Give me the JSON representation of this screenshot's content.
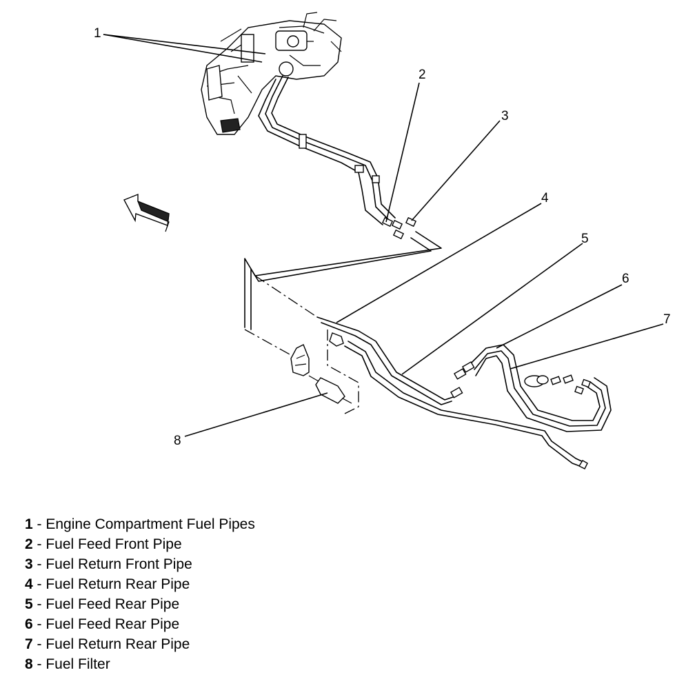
{
  "callouts": [
    "1",
    "2",
    "3",
    "4",
    "5",
    "6",
    "7",
    "8"
  ],
  "legend": [
    {
      "num": "1",
      "sep": " - ",
      "label": "Engine Compartment Fuel Pipes"
    },
    {
      "num": "2",
      "sep": " - ",
      "label": "Fuel Feed Front Pipe"
    },
    {
      "num": "3",
      "sep": " - ",
      "label": "Fuel Return Front Pipe"
    },
    {
      "num": "4",
      "sep": " - ",
      "label": "Fuel Return Rear Pipe"
    },
    {
      "num": "5",
      "sep": " - ",
      "label": "Fuel Feed Rear Pipe"
    },
    {
      "num": "6",
      "sep": " - ",
      "label": "Fuel Feed Rear Pipe"
    },
    {
      "num": "7",
      "sep": " - ",
      "label": "Fuel Return Rear Pipe"
    },
    {
      "num": "8",
      "sep": " - ",
      "label": "Fuel Filter"
    }
  ],
  "icons": {
    "direction_arrow": "front-direction-arrow-icon"
  },
  "colors": {
    "line": "#000000",
    "background": "#ffffff"
  }
}
